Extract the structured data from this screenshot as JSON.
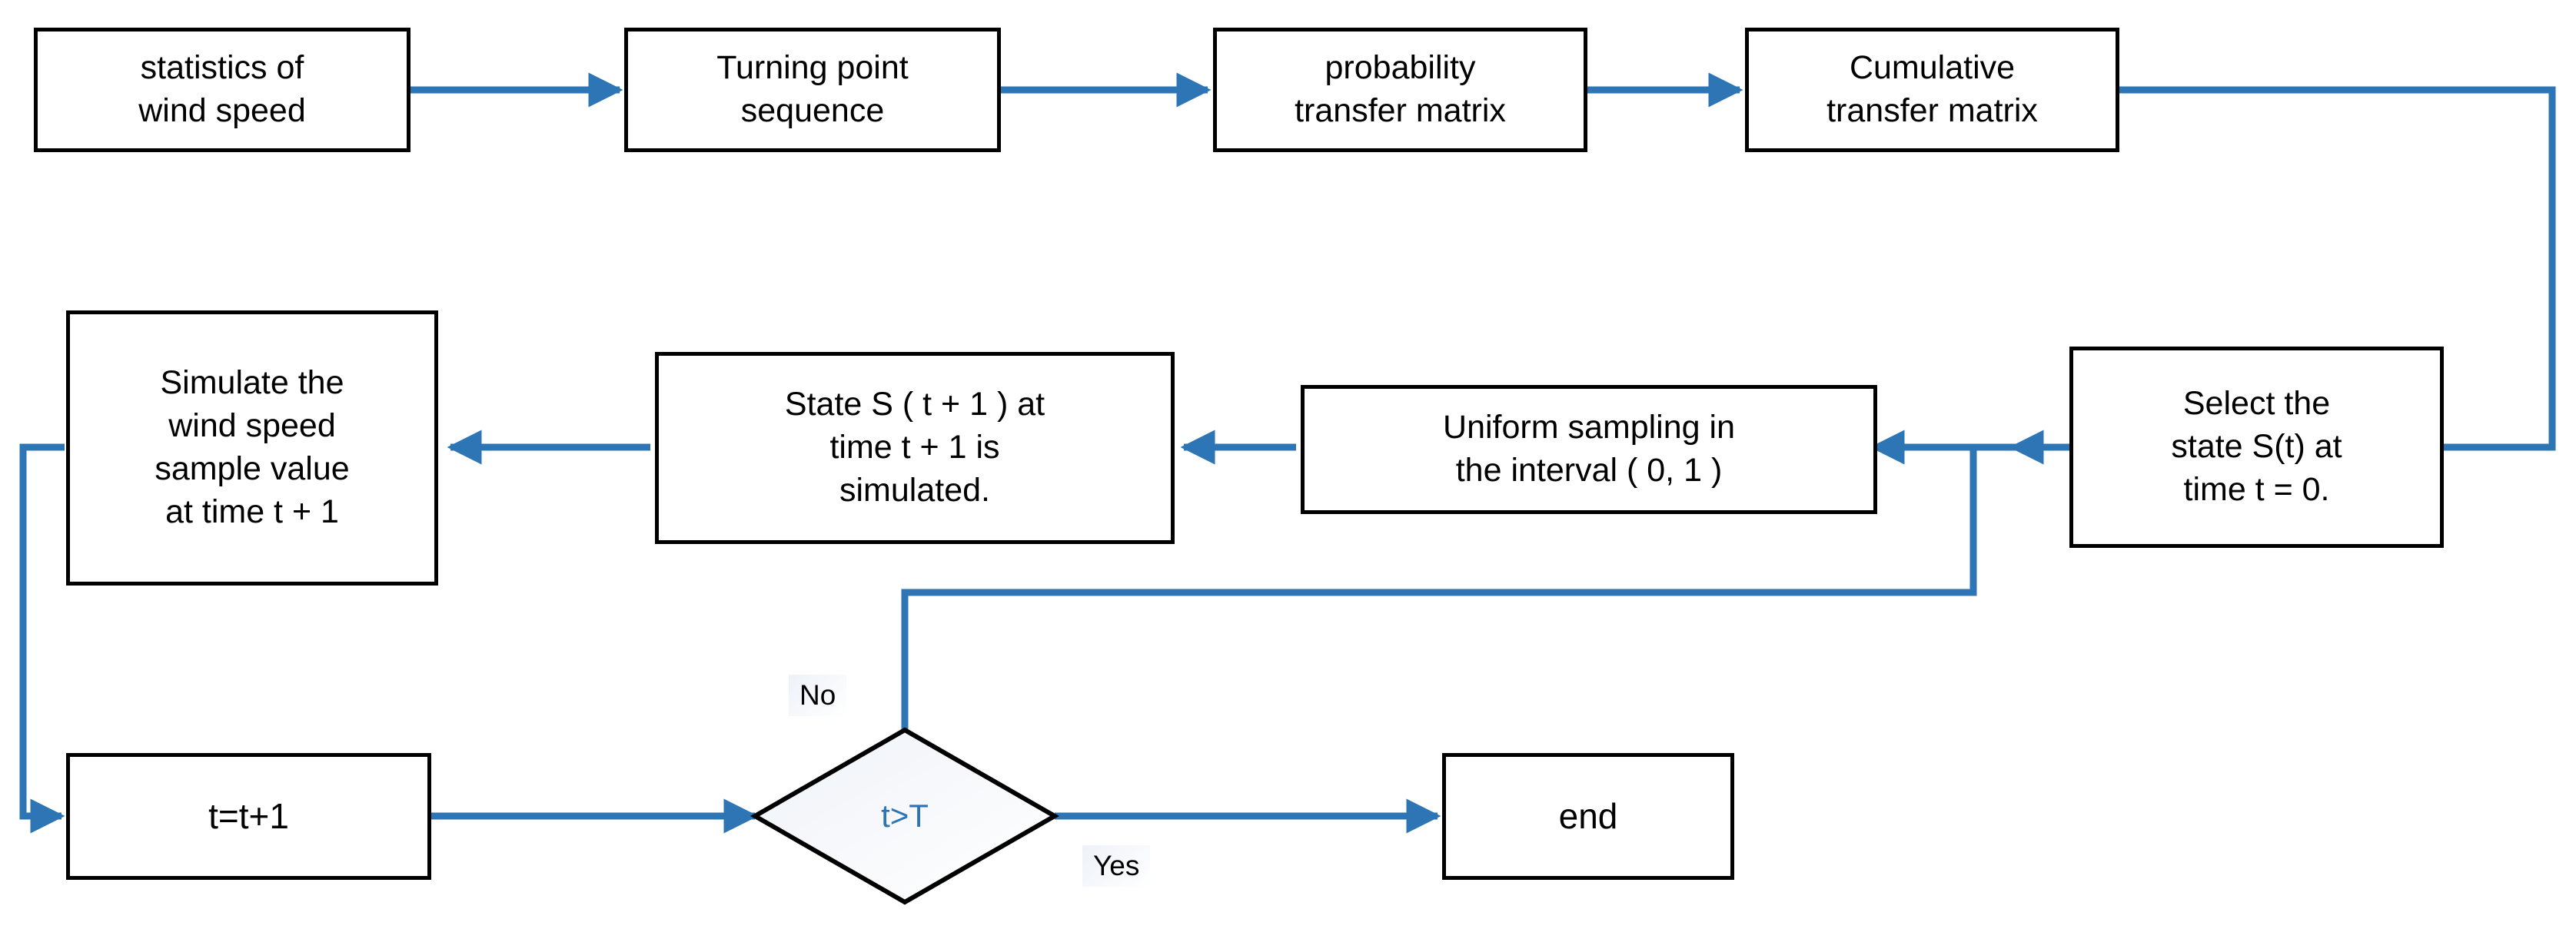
{
  "diagram": {
    "title": "Wind speed Markov chain simulation flowchart",
    "colors": {
      "arrow": "#2E75B6",
      "box_border": "#000000",
      "box_fill": "#FFFFFF",
      "text": "#000000",
      "decision_text": "#2E75B6"
    },
    "nodes": [
      {
        "id": "statistics",
        "label": "statistics of\nwind speed"
      },
      {
        "id": "turning-point",
        "label": "Turning point\nsequence"
      },
      {
        "id": "probability-matrix",
        "label": "probability\ntransfer matrix"
      },
      {
        "id": "cumulative-matrix",
        "label": "Cumulative\ntransfer matrix"
      },
      {
        "id": "select-state",
        "label": "Select the\nstate S(t) at\ntime t = 0."
      },
      {
        "id": "uniform-sampling",
        "label": "Uniform sampling in\nthe interval ( 0, 1 )"
      },
      {
        "id": "state-next",
        "label": "State S ( t + 1 ) at\ntime t + 1 is\nsimulated."
      },
      {
        "id": "simulate-sample",
        "label": "Simulate the\nwind speed\nsample value\nat time t + 1"
      },
      {
        "id": "increment-t",
        "label": "t=t+1"
      },
      {
        "id": "end",
        "label": "end"
      }
    ],
    "decision": {
      "id": "decision-t-gt-T",
      "condition": "t>T",
      "branch_no": "No",
      "branch_yes": "Yes"
    }
  }
}
